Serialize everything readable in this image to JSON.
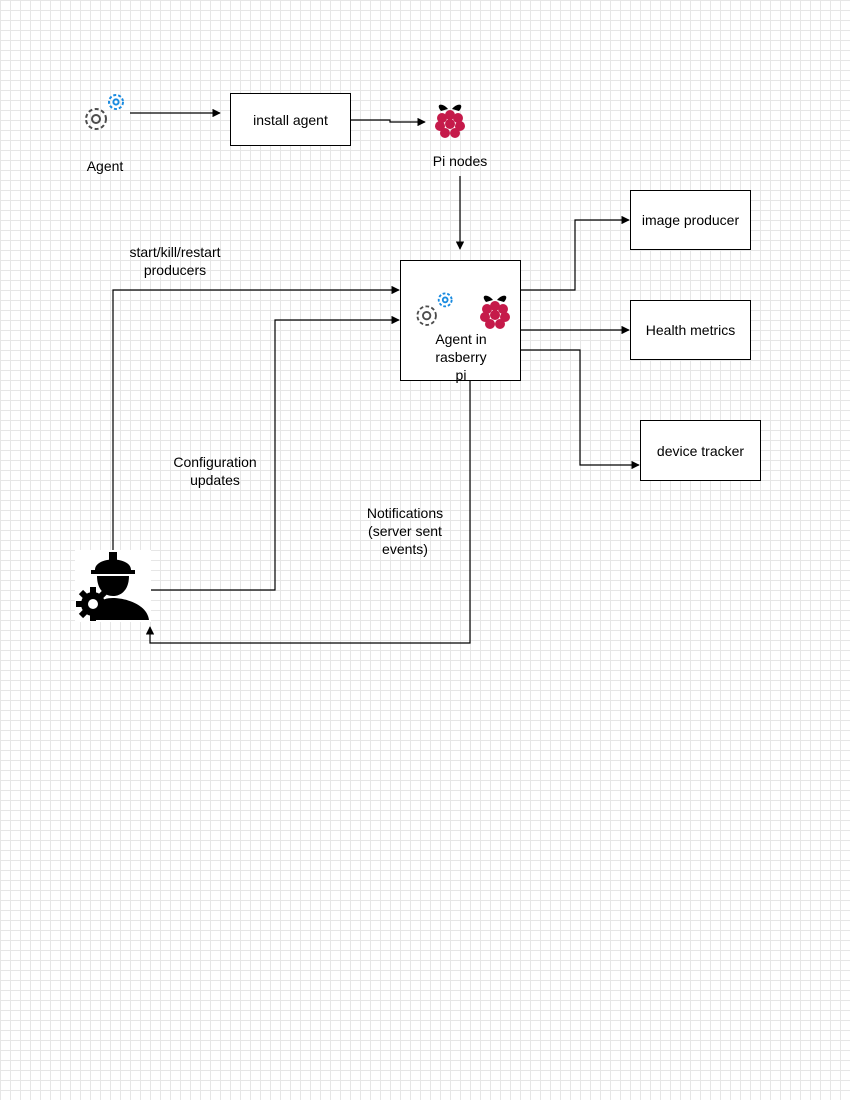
{
  "nodes": {
    "agent_label": "Agent",
    "install_agent": "install agent",
    "pi_nodes": "Pi nodes",
    "agent_in_pi": "Agent in\nrasberry\npi",
    "image_producer": "image producer",
    "health_metrics": "Health metrics",
    "device_tracker": "device tracker"
  },
  "edges": {
    "start_kill": "start/kill/restart\nproducers",
    "config_updates": "Configuration\nupdates",
    "notifications": "Notifications\n(server sent\nevents)"
  },
  "icons": {
    "agent": "gears-icon",
    "pi": "raspberry-pi-icon",
    "operator": "operator-with-gear-icon"
  },
  "colors": {
    "gear_gray": "#4d4d4d",
    "gear_blue": "#1a8be0",
    "berry_red": "#c51a4a",
    "leaf_dark": "#000000"
  }
}
